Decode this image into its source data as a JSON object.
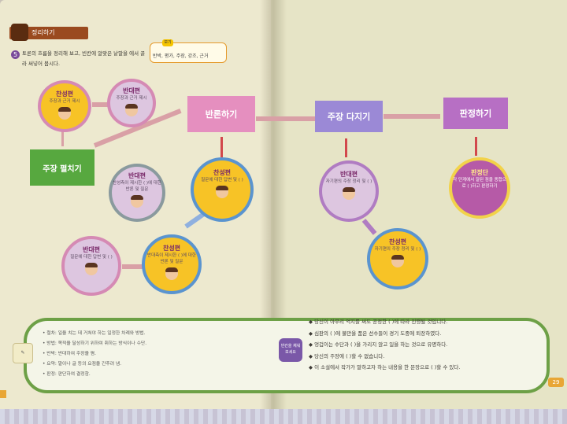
{
  "header": {
    "title": "정리하기"
  },
  "question": {
    "number": "5",
    "text": "토론의 흐름을 정리해 보고, 빈칸에 알맞은 낱말을 에서 골라 써넣어 봅시다."
  },
  "bogi": {
    "tag": "보기",
    "items": "반박, 평가, 주장, 강조, 근거"
  },
  "boxes": {
    "claim_spread": "주장 펼치기",
    "rebuttal": "반론하기",
    "re_claim": "주장 다지기",
    "judge": "판정하기"
  },
  "circles": {
    "pro1": {
      "title": "찬성편",
      "sub": "주장과 근거 제시"
    },
    "con1": {
      "title": "반대편",
      "sub": "주장과 근거 제시"
    },
    "con2": {
      "title": "반대편",
      "sub": "찬성측이 제시한 ( )에 대한 반론 및 질문"
    },
    "pro2": {
      "title": "찬성편",
      "sub": "질문에 대한 답변 및 ( )"
    },
    "con3": {
      "title": "반대편",
      "sub": "질문에 대한 답변 및 ( )"
    },
    "pro3": {
      "title": "찬성편",
      "sub": "반대측이 제시한 ( )에 대한 반론 및 질문"
    },
    "con4": {
      "title": "반대편",
      "sub": "자기편의 주장 정리 및 ( )"
    },
    "pro4": {
      "title": "찬성편",
      "sub": "자기편의 주장 정리 및 ( )"
    },
    "judge_panel": {
      "title": "판정단",
      "sub": "각 단계에서 잘된 점을 종합으로 ( )하고 판정하기"
    }
  },
  "glossary": [
    "• 절차: 일을 치는 데 거쳐야 하는 일정한 차례와 방법.",
    "• 방법: 목적을 달성하기 위하여 취하는 방식이나 수단.",
    "• 반박: 반대하여 주장을 폄.",
    "• 요약: 말이나 글 등의 요점을 간추려 냄.",
    "• 판정: 판단하여 결정함."
  ],
  "exercise_badge": "빈칸을 채워 보세요",
  "exercises": [
    "◆ 당신이 아무리 억지를 써도 공정한 (           )에 따라 진행될 것입니다.",
    "◆ 심판의 (           )에 불만을 품은 선수들이 경기 도중에 퇴장하였다.",
    "◆ 엉겁이는 수단과 (           )을 가리지 않고 일을 하는 것으로 유명하다.",
    "◆ 당신의 주장에 (           )할 수 없습니다.",
    "◆ 이 소설에서 작가가 말하고자 하는 내용을 한 문장으로 (           )할 수 있다."
  ],
  "page_number": "29"
}
